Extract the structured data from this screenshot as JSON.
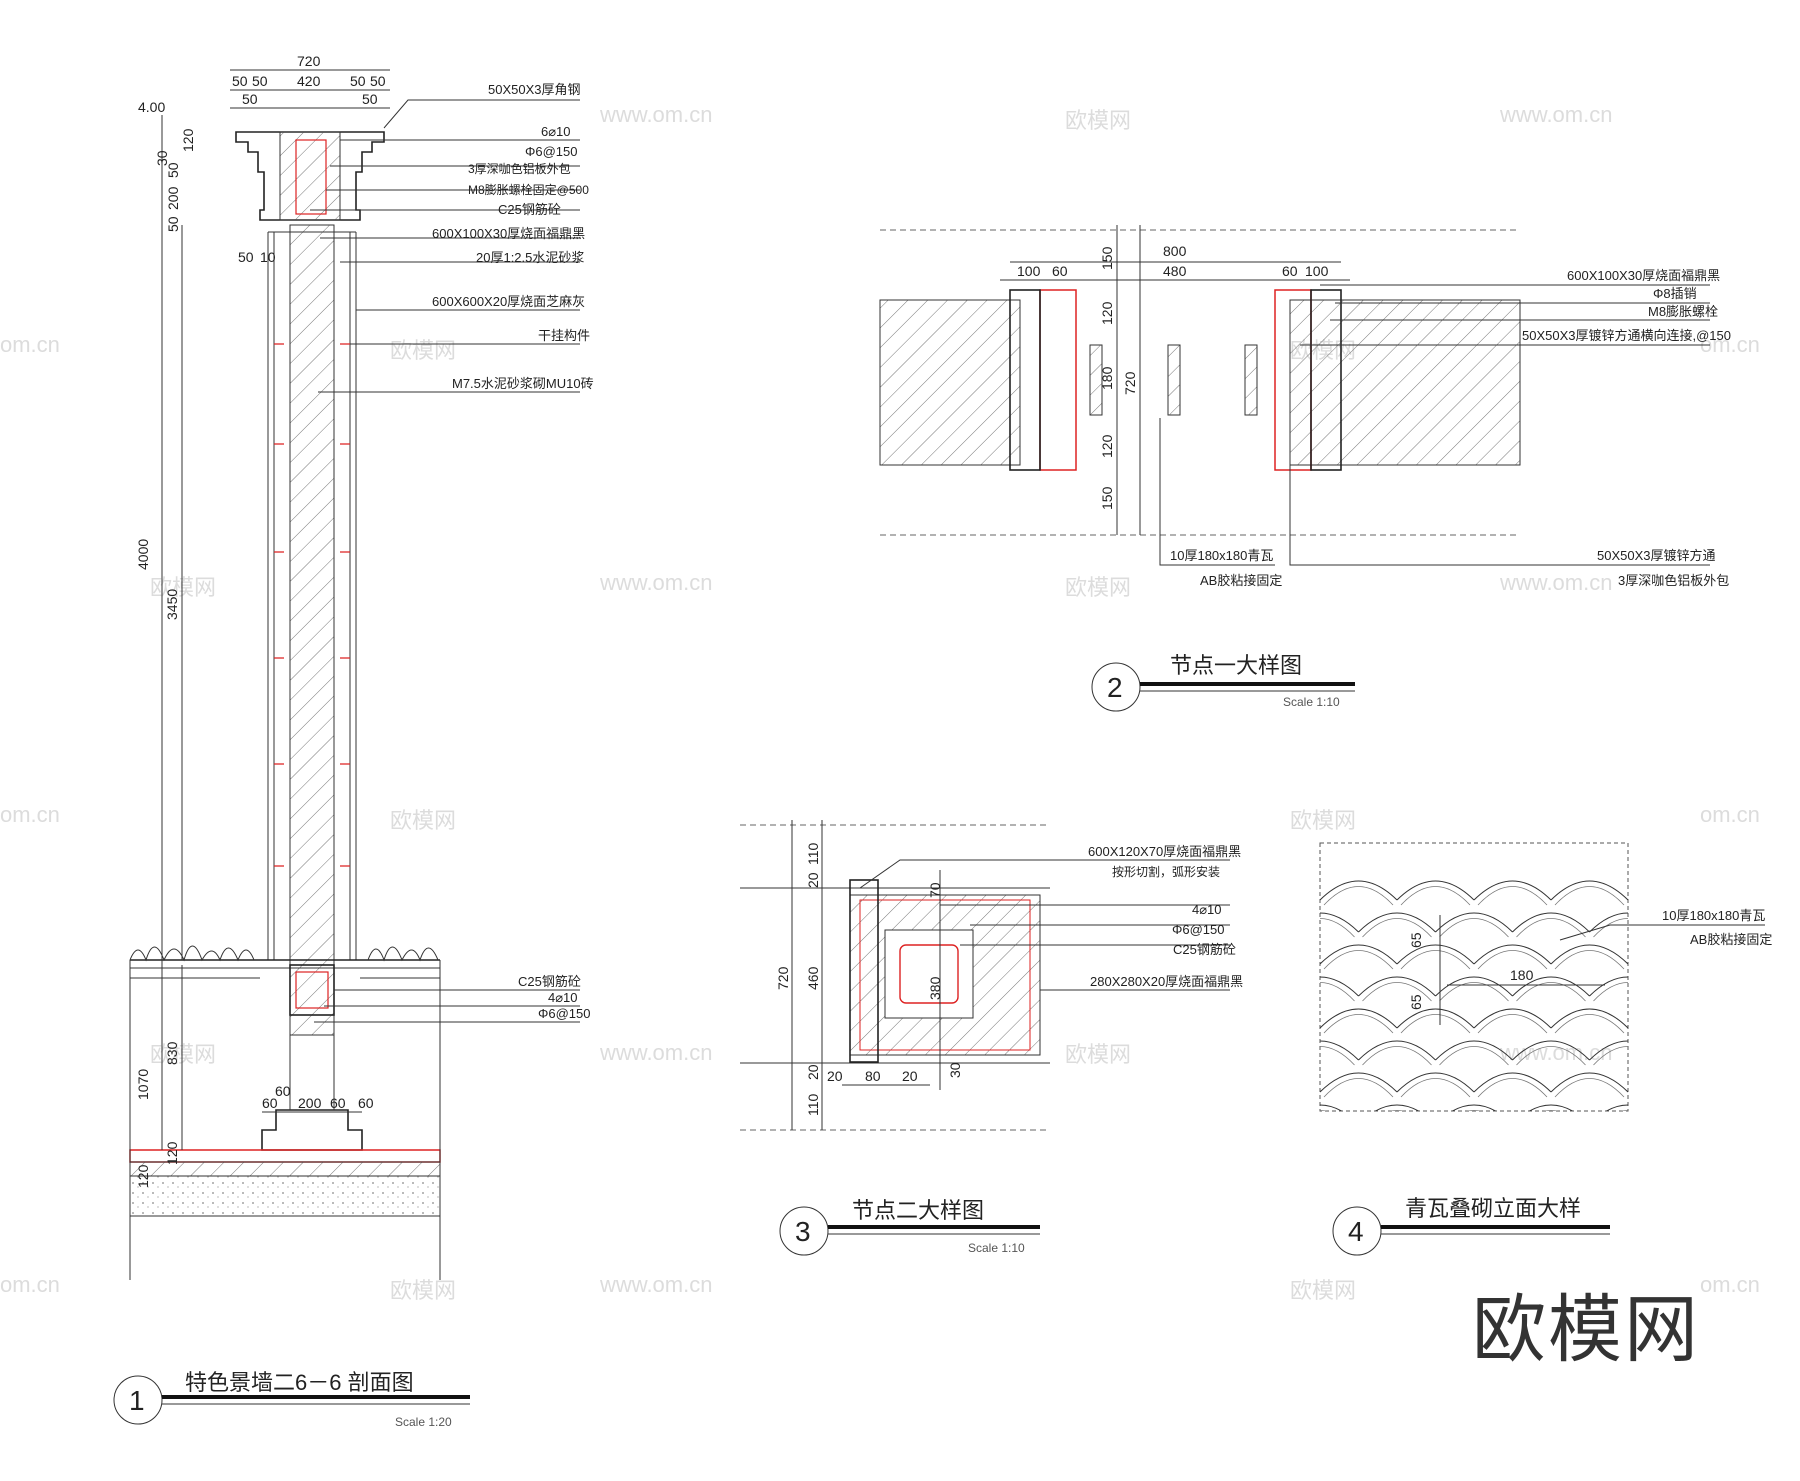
{
  "views": {
    "v1": {
      "number": "1",
      "title": "特色景墙二6－6 剖面图",
      "scale": "Scale 1:20"
    },
    "v2": {
      "number": "2",
      "title": "节点一大样图",
      "scale": "Scale 1:10"
    },
    "v3": {
      "number": "3",
      "title": "节点二大样图",
      "scale": "Scale 1:10"
    },
    "v4": {
      "number": "4",
      "title": "青瓦叠砌立面大样",
      "scale": ""
    }
  },
  "sec1": {
    "labels": [
      "50X50X3厚角钢",
      "6⌀10",
      "Φ6@150",
      "3厚深咖色铝板外包",
      "M8膨胀螺栓固定@500",
      "C25钢筋砼",
      "600X100X30厚烧面福鼎黑",
      "20厚1:2.5水泥砂浆",
      "600X600X20厚烧面芝麻灰",
      "干挂构件",
      "M7.5水泥砂浆砌MU10砖",
      "C25钢筋砼",
      "4⌀10",
      "Φ6@150"
    ],
    "top_dims": [
      "720",
      "50",
      "50",
      "420",
      "50",
      "50",
      "50",
      "50"
    ],
    "left_dims": [
      "4.00",
      "120",
      "30",
      "50",
      "200",
      "50",
      "50",
      "10",
      "4000",
      "3450",
      "1070",
      "830",
      "120",
      "120"
    ],
    "bot_dims": [
      "60",
      "60",
      "200",
      "60",
      "60"
    ]
  },
  "node1": {
    "labels": [
      "600X100X30厚烧面福鼎黑",
      "Φ8插销",
      "M8膨胀螺栓",
      "50X50X3厚镀锌方通横向连接,@150",
      "10厚180x180青瓦",
      "AB胶粘接固定",
      "50X50X3厚镀锌方通",
      "3厚深咖色铝板外包"
    ],
    "dims": [
      "800",
      "100",
      "60",
      "480",
      "60",
      "100",
      "150",
      "120",
      "180",
      "720",
      "120",
      "150"
    ]
  },
  "node2": {
    "labels": [
      "600X120X70厚烧面福鼎黑",
      "按形切割，弧形安装",
      "4⌀10",
      "Φ6@150",
      "C25钢筋砼",
      "280X280X20厚烧面福鼎黑"
    ],
    "dims": [
      "110",
      "20",
      "720",
      "460",
      "20",
      "110",
      "70",
      "380",
      "30",
      "20",
      "80",
      "20"
    ]
  },
  "tile": {
    "labels": [
      "10厚180x180青瓦",
      "AB胶粘接固定"
    ],
    "dims": [
      "65",
      "65",
      "180"
    ]
  },
  "watermarks": {
    "site": "www.om.cn",
    "brand": "欧模网",
    "big": "欧模网",
    "edge": "om.cn"
  }
}
